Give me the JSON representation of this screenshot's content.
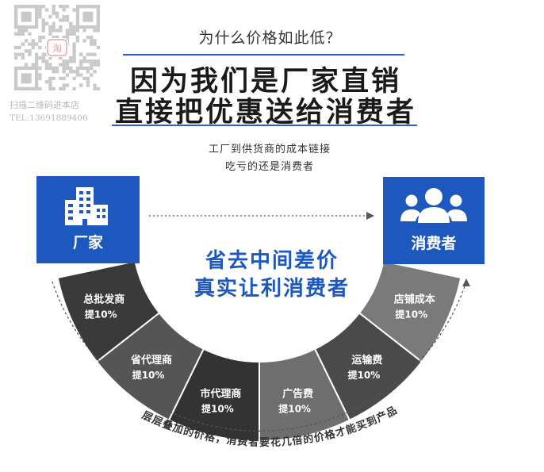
{
  "watermark": {
    "qr_badge": "淘",
    "line1": "扫描二维码进本店",
    "line2": "TEL:13691889406"
  },
  "question": "为什么价格如此低？",
  "headline": {
    "line1": "因为我们是厂家直销",
    "line2": "直接把优惠送给消费者"
  },
  "subtitle": {
    "line1": "工厂到供货商的成本链接",
    "line2": "吃亏的还是消费者"
  },
  "factory": {
    "label": "厂家",
    "icon": "building-icon"
  },
  "consumer": {
    "label": "消费者",
    "icon": "people-icon"
  },
  "center": {
    "line1": "省去中间差价",
    "line2": "真实让利消费者"
  },
  "segments": [
    {
      "name": "总批发商",
      "rate": "提10%",
      "color": "#3a3a3a"
    },
    {
      "name": "省代理商",
      "rate": "提10%",
      "color": "#555555"
    },
    {
      "name": "市代理商",
      "rate": "提10%",
      "color": "#333333"
    },
    {
      "name": "广告费",
      "rate": "提10%",
      "color": "#6e6e6e"
    },
    {
      "name": "运输费",
      "rate": "提10%",
      "color": "#4a4a4a"
    },
    {
      "name": "店铺成本",
      "rate": "提10%",
      "color": "#7a7a7a"
    }
  ],
  "bottom_caption": "层层叠加的价格，消费者要花几倍的价格才能买到产品",
  "colors": {
    "accent": "#1d58bf",
    "rule": "#2a5fd4"
  }
}
